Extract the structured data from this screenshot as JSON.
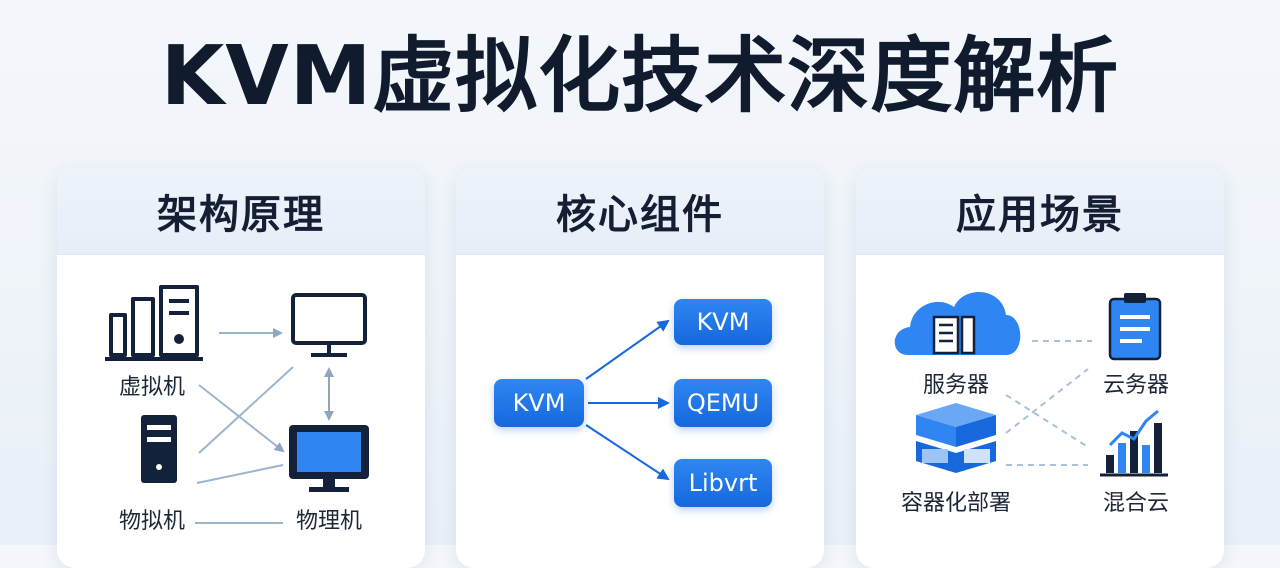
{
  "title": "KVM虚拟化技术深度解析",
  "panels": [
    {
      "title": "架构原理",
      "labels": {
        "vm": "虚拟机",
        "phys_vm": "物拟机",
        "physical": "物理机"
      }
    },
    {
      "title": "核心组件",
      "source": "KVM",
      "targets": [
        "KVM",
        "QEMU",
        "Libvrt"
      ]
    },
    {
      "title": "应用场景",
      "labels": {
        "server": "服务器",
        "cloud_server": "云务器",
        "container": "容器化部署",
        "hybrid": "混合云"
      }
    }
  ],
  "icons": {
    "panel1": [
      "server-tower-icon",
      "monitor-icon",
      "server-rack-icon",
      "monitor-icon"
    ],
    "panel3": [
      "cloud-server-icon",
      "clipboard-icon",
      "container-stack-icon",
      "bar-chart-icon"
    ]
  },
  "colors": {
    "accent": "#1668dc",
    "dark": "#0f1e33",
    "line": "#9db4cf"
  }
}
